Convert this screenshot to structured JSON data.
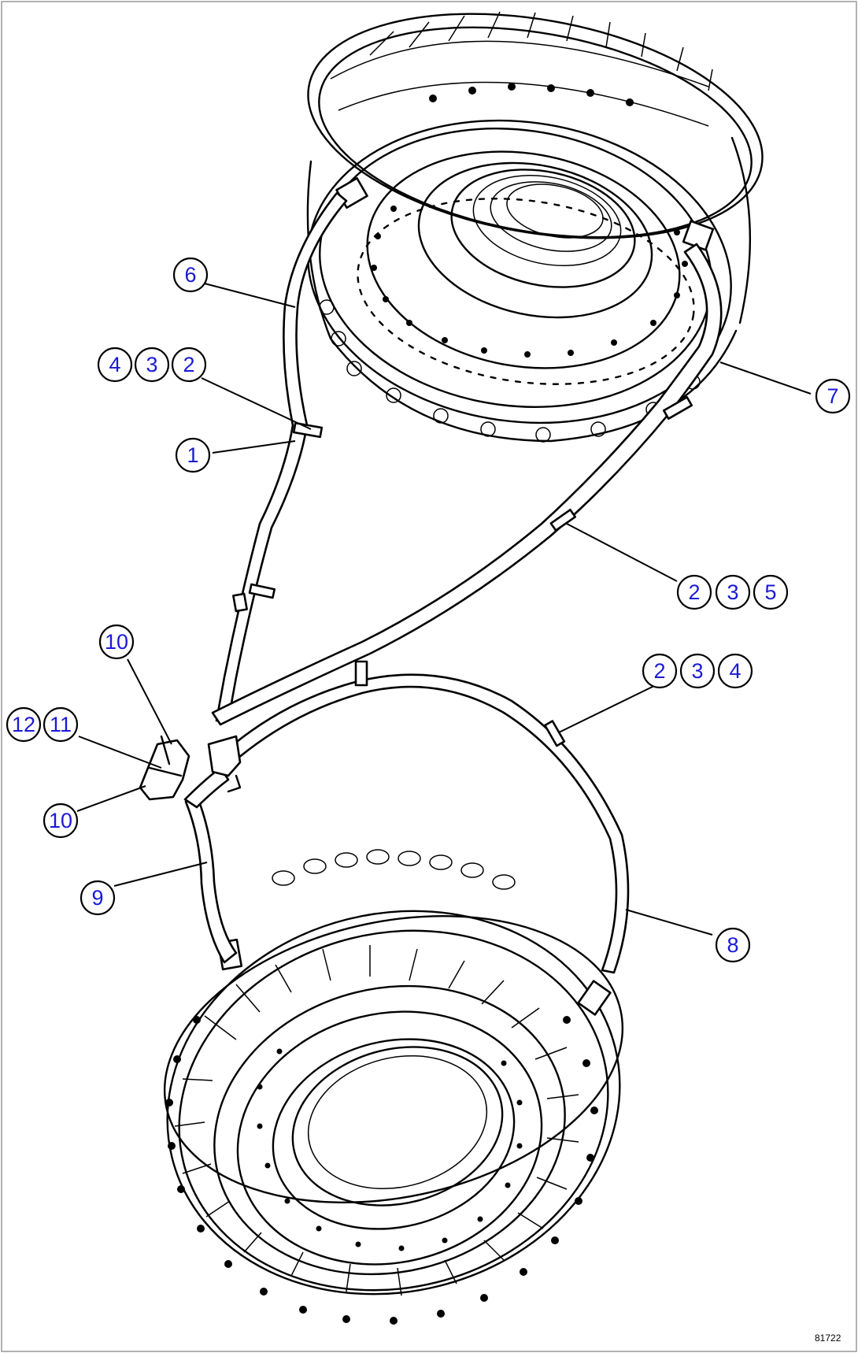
{
  "figure_id": "81722",
  "callouts": [
    {
      "number": "1"
    },
    {
      "number": "2"
    },
    {
      "number": "3"
    },
    {
      "number": "4"
    },
    {
      "number": "5"
    },
    {
      "number": "6"
    },
    {
      "number": "7"
    },
    {
      "number": "8"
    },
    {
      "number": "9"
    },
    {
      "number": "10"
    },
    {
      "number": "11"
    },
    {
      "number": "12"
    }
  ]
}
